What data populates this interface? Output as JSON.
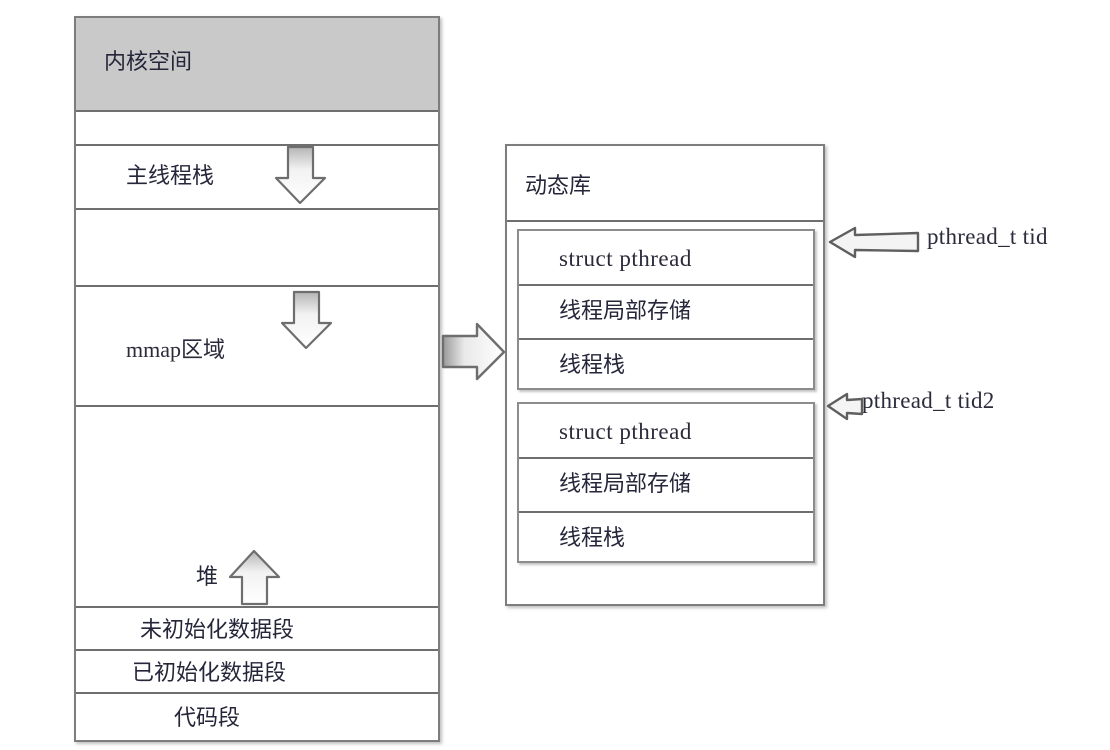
{
  "diagram": {
    "title_semantic": "linux-process-memory-and-pthread-layout",
    "colors": {
      "kernel_fill": "#c9c9c9",
      "box_border": "#7d7d7d",
      "separator": "#6f6f6f",
      "text": "#2a2a3a",
      "arrow_fill": "#ffffff",
      "arrow_stroke": "#6e6e6e",
      "page_background": "#ffffff"
    }
  },
  "memory_column": {
    "name": "process-address-space",
    "rows": [
      {
        "id": "kernel-space",
        "label": "内核空间",
        "shaded": true
      },
      {
        "id": "gap-1",
        "label": "",
        "shaded": false
      },
      {
        "id": "main-thread-stack",
        "label": "主线程栈",
        "shaded": false
      },
      {
        "id": "gap-2",
        "label": "",
        "shaded": false
      },
      {
        "id": "mmap-region",
        "label": "mmap区域",
        "shaded": false
      },
      {
        "id": "heap",
        "label": "堆",
        "shaded": false
      },
      {
        "id": "bss-segment",
        "label": "未初始化数据段",
        "shaded": false
      },
      {
        "id": "data-segment",
        "label": "已初始化数据段",
        "shaded": false
      },
      {
        "id": "text-segment",
        "label": "代码段",
        "shaded": false
      }
    ]
  },
  "dylib_panel": {
    "name": "dynamic-library-panel",
    "title": "动态库",
    "thread_blocks": [
      {
        "id": "thread-block-1",
        "rows": [
          "struct pthread",
          "线程局部存储",
          "线程栈"
        ],
        "callout": "pthread_t tid"
      },
      {
        "id": "thread-block-2",
        "rows": [
          "struct pthread",
          "线程局部存储",
          "线程栈"
        ],
        "callout": "pthread_t tid2"
      }
    ]
  },
  "arrows": {
    "main_stack_growth": {
      "name": "main-stack-growth-arrow",
      "direction": "down"
    },
    "mmap_growth": {
      "name": "mmap-growth-arrow",
      "direction": "down"
    },
    "heap_growth": {
      "name": "heap-growth-arrow",
      "direction": "up"
    },
    "mmap_to_dylib": {
      "name": "mmap-to-dylib-arrow",
      "direction": "right"
    },
    "tid_callout": {
      "name": "tid-callout-arrow",
      "direction": "left"
    },
    "tid2_callout": {
      "name": "tid2-callout-arrow",
      "direction": "left"
    }
  }
}
